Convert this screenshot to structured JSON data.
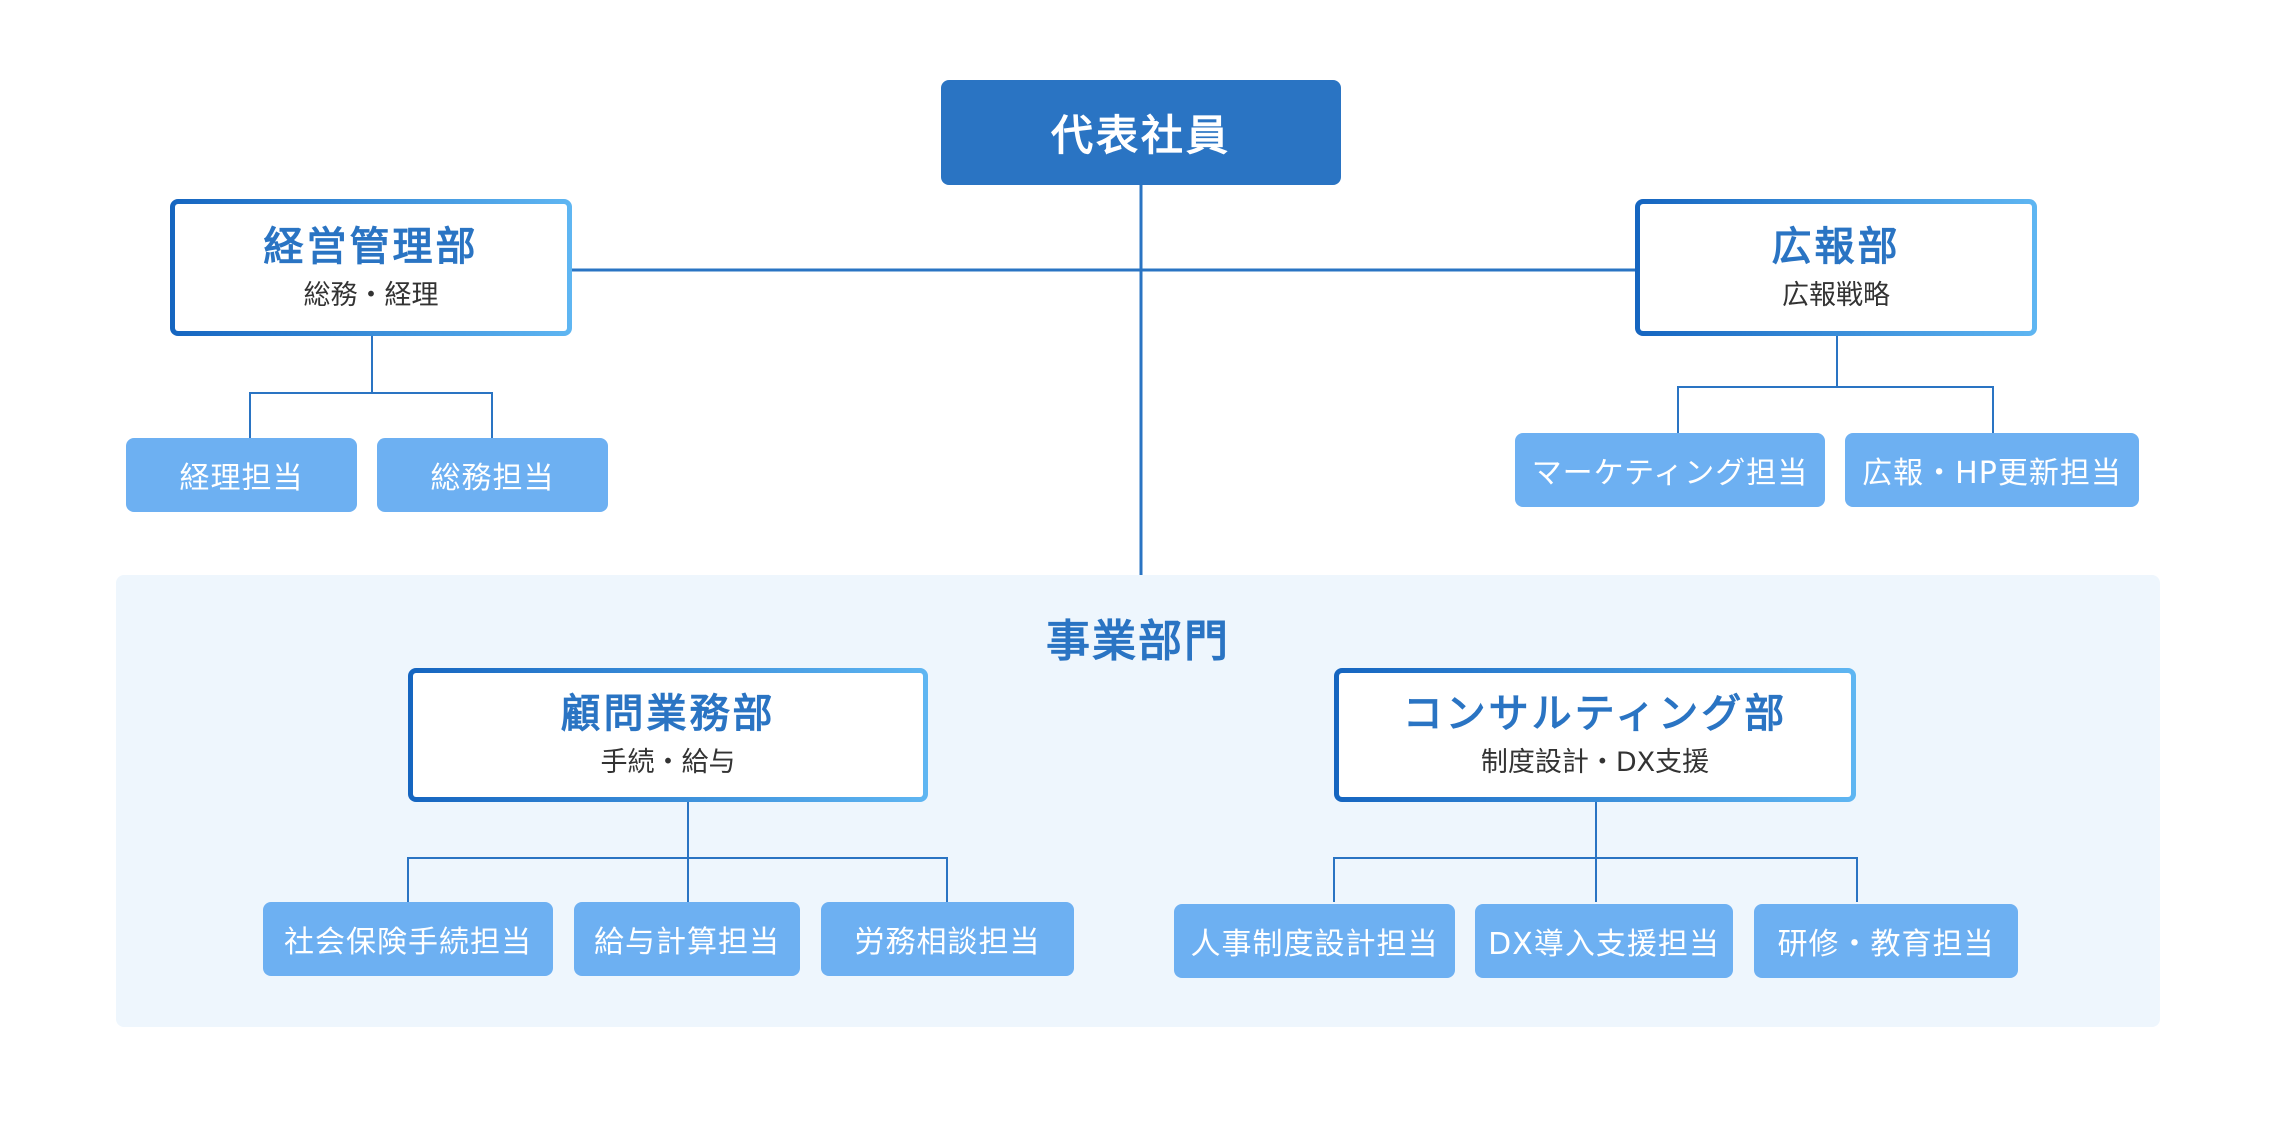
{
  "colors": {
    "primary": "#2a74c3",
    "staff_box": "#6db0f2",
    "section_background": "#eef6fd",
    "border_gradient_start": "#1565c0",
    "border_gradient_end": "#5fb6f2"
  },
  "org": {
    "root": "代表社員",
    "management": {
      "name": "経営管理部",
      "sub": "総務・経理",
      "staff": [
        "経理担当",
        "総務担当"
      ]
    },
    "pr": {
      "name": "広報部",
      "sub": "広報戦略",
      "staff": [
        "マーケティング担当",
        "広報・HP更新担当"
      ]
    },
    "business_division": {
      "title": "事業部門",
      "advisory": {
        "name": "顧問業務部",
        "sub": "手続・給与",
        "staff": [
          "社会保険手続担当",
          "給与計算担当",
          "労務相談担当"
        ]
      },
      "consulting": {
        "name": "コンサルティング部",
        "sub": "制度設計・DX支援",
        "staff": [
          "人事制度設計担当",
          "DX導入支援担当",
          "研修・教育担当"
        ]
      }
    }
  }
}
